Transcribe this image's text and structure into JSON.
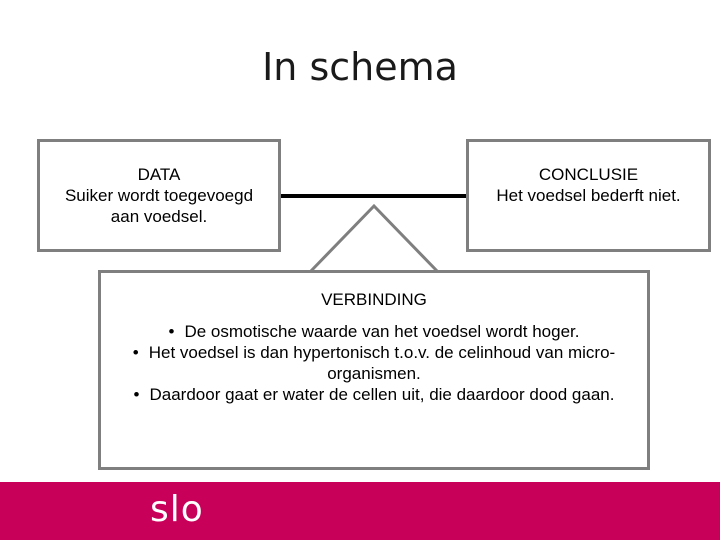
{
  "title": "In schema",
  "data_box": {
    "heading": "DATA",
    "line1": "Suiker wordt toegevoegd",
    "line2": "aan voedsel."
  },
  "conclusion_box": {
    "heading": "CONCLUSIE",
    "line1": "Het voedsel bederft niet."
  },
  "verbinding_box": {
    "heading": "VERBINDING",
    "bullets": [
      "De osmotische waarde van het voedsel wordt hoger.",
      "Het voedsel is dan hypertonisch t.o.v. de celinhoud van micro-organismen.",
      "Daardoor gaat er water de cellen uit, die daardoor dood gaan."
    ],
    "bullet_symbol": "•"
  },
  "footer": {
    "logo_text": "slo",
    "color": "#c8005a"
  },
  "colors": {
    "box_border": "#7f7f7f",
    "connector": "#000000",
    "arrow": "#7f7f7f"
  }
}
